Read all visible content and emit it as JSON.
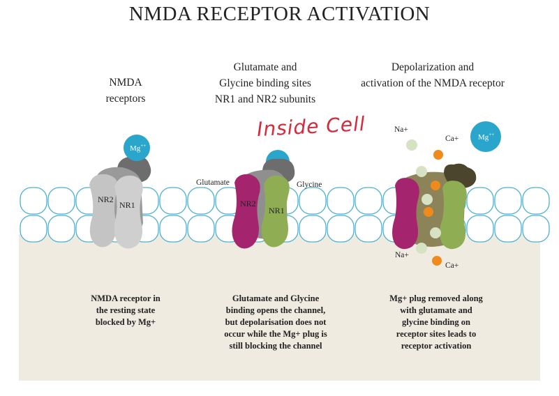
{
  "title": "NMDA RECEPTOR ACTIVATION",
  "columns": [
    {
      "heading": "NMDA\nreceptors",
      "caption": "NMDA receptor in\nthe resting state\nblocked by Mg+"
    },
    {
      "heading": "Glutamate and\nGlycine binding sites\nNR1 and NR2 subunits",
      "caption": "Glutamate and Glycine\nbinding opens the channel,\nbut depolarisation does not\noccur while the Mg+ plug is\nstill blocking the channel"
    },
    {
      "heading": "Depolarization and\nactivation of the NMDA receptor",
      "caption": "Mg+ plug removed along\nwith glutamate and\nglycine binding on\nreceptor sites leads to\nreceptor activation"
    }
  ],
  "annotation": "Inside Cell",
  "labels": {
    "mg": "Mg",
    "mg_sup": "++",
    "nr1": "NR1",
    "nr2": "NR2",
    "glutamate": "Glutamate",
    "glycine": "Glycine",
    "na": "Na+",
    "ca": "Ca+"
  },
  "colors": {
    "membrane_fill": "#ffffff",
    "membrane_stroke": "#4bb0cf",
    "cytoplasm": "#efebe1",
    "receptor_grey": "#c4c4c4",
    "receptor_dark": "#6d6d6d",
    "mg_ion": "#2aa6cc",
    "nr2_active": "#a5246e",
    "nr1_active": "#8fad52",
    "channel_olive": "#8d8359",
    "ligand_dark": "#4b452e",
    "ca_ion": "#f08a1c",
    "na_ion": "#d7e1c3",
    "annotation": "#d62a3c"
  }
}
